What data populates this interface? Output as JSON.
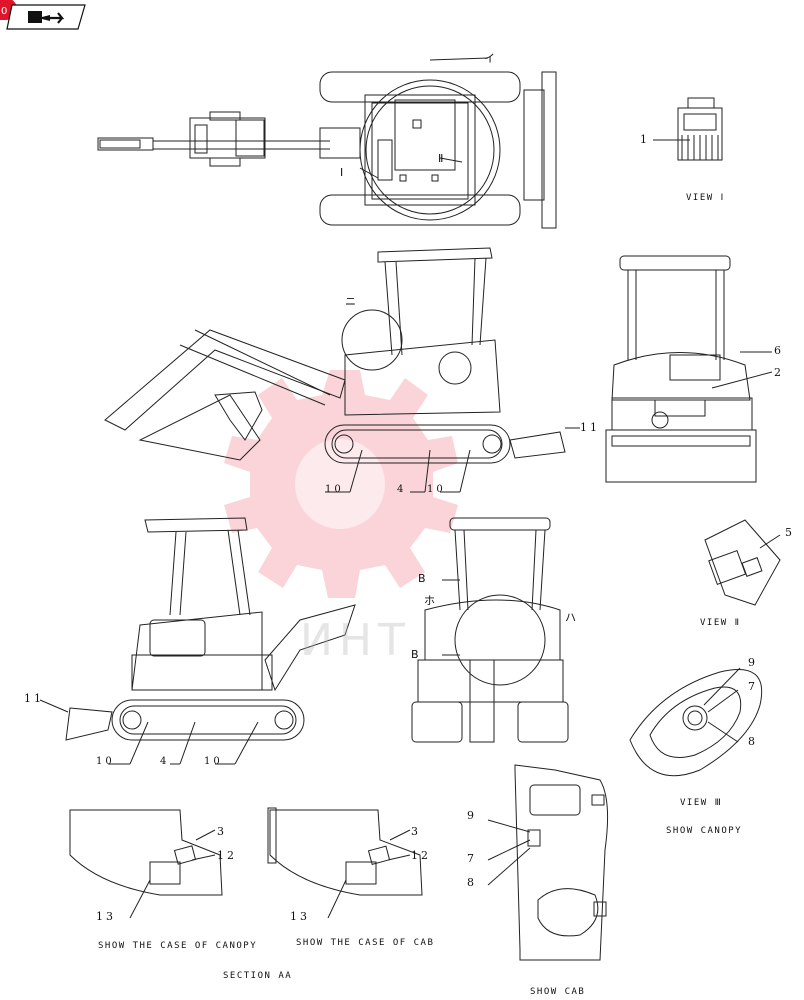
{
  "header": {
    "flag_icon": "flag-arrow-icon",
    "marker_color": "#e0142a"
  },
  "watermark": {
    "text": "ИНТ",
    "color": "#e5112b"
  },
  "views": {
    "view1": "VIEW Ⅰ",
    "view2": "VIEW Ⅱ",
    "view3": "VIEW Ⅲ",
    "show_canopy": "SHOW CANOPY",
    "show_canopy_case": "SHOW THE CASE OF CANOPY",
    "show_cab_case": "SHOW THE CASE OF CAB",
    "section_aa": "SECTION AA",
    "show_cab": "SHOW CAB"
  },
  "callouts": {
    "c1": "1",
    "c2": "2",
    "c3a": "3",
    "c3b": "3",
    "c4a": "4",
    "c4b": "4",
    "c5": "5",
    "c6": "6",
    "c7a": "7",
    "c7b": "7",
    "c8a": "8",
    "c8b": "8",
    "c9a": "9",
    "c9b": "9",
    "c10a": "10",
    "c10b": "10",
    "c10c": "10",
    "c10d": "10",
    "c11a": "11",
    "c11b": "11",
    "c12a": "12",
    "c12b": "12",
    "c13a": "13",
    "c13b": "13"
  },
  "refs": {
    "i": "イ",
    "ro_view1": "Ⅰ",
    "ro_view2": "Ⅱ",
    "ni": "ニ",
    "ho": "ホ",
    "ha": "ハ",
    "b_top": "B",
    "b_bottom": "B"
  }
}
